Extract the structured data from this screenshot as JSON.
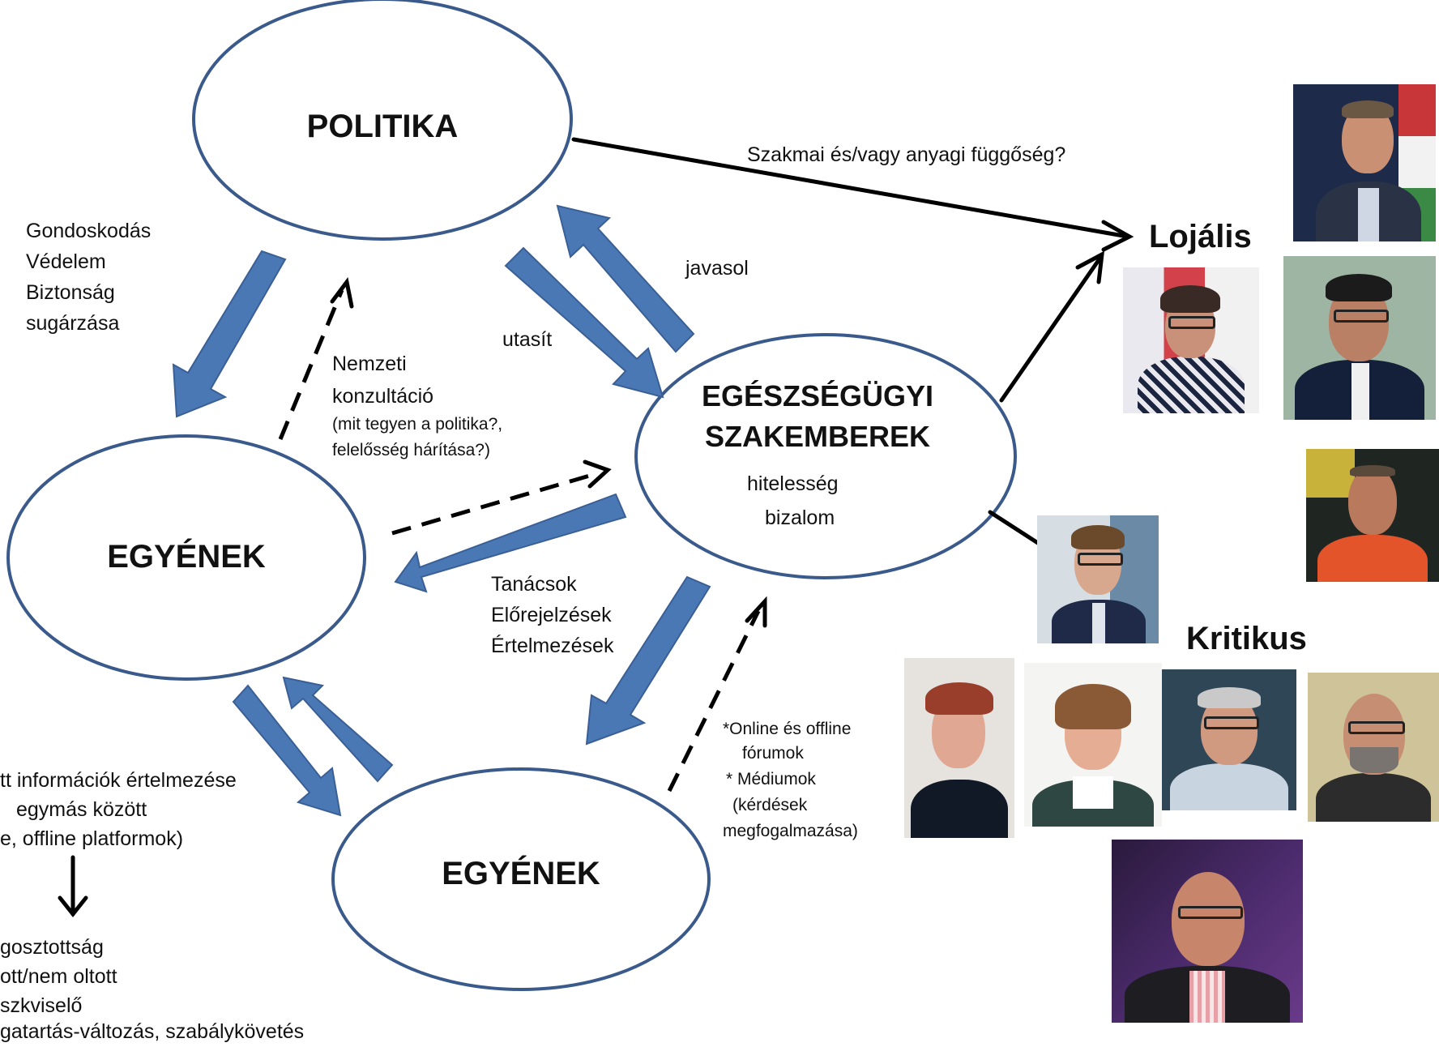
{
  "nodes": {
    "politika": "POLITIKA",
    "egyenek_top": "EGYÉNEK",
    "egyenek_bottom": "EGYÉNEK",
    "szakemberek_line1": "EGÉSZSÉGÜGYI",
    "szakemberek_line2": "SZAKEMBEREK",
    "szakemberek_trait1": "hitelesség",
    "szakemberek_trait2": "bizalom"
  },
  "labels": {
    "politika_to_egyenek": [
      "Gondoskodás",
      "Védelem",
      "Biztonság",
      "sugárzása"
    ],
    "nemzeti_konzultacio": [
      "Nemzeti",
      "konzultáció"
    ],
    "nemzeti_konzultacio_note": [
      "(mit tegyen a politika?,",
      "felelősség hárítása?)"
    ],
    "utasit": "utasít",
    "javasol": "javasol",
    "fuggoseg": "Szakmai és/vagy anyagi függőség?",
    "tanacsok": [
      "Tanácsok",
      "Előrejelzések",
      "Értelmezések"
    ],
    "forumok": [
      "*Online és offline",
      "fórumok",
      "* Médiumok",
      "(kérdések",
      "megfogalmazása)"
    ],
    "left_block": [
      "tt információk értelmezése",
      "egymás között",
      "e, offline platformok)"
    ],
    "left_block_bottom": [
      "gosztottság",
      "ott/nem oltott",
      "szkviselő",
      "gatartás-változás, szabálykövetés"
    ]
  },
  "groups": {
    "lojalis": "Lojális",
    "kritikus": "Kritikus"
  },
  "colors": {
    "ellipse_stroke": "#3a5a8c",
    "arrow_fill": "#4a78b5",
    "arrow_stroke": "#3a5f95",
    "line": "#000000"
  }
}
